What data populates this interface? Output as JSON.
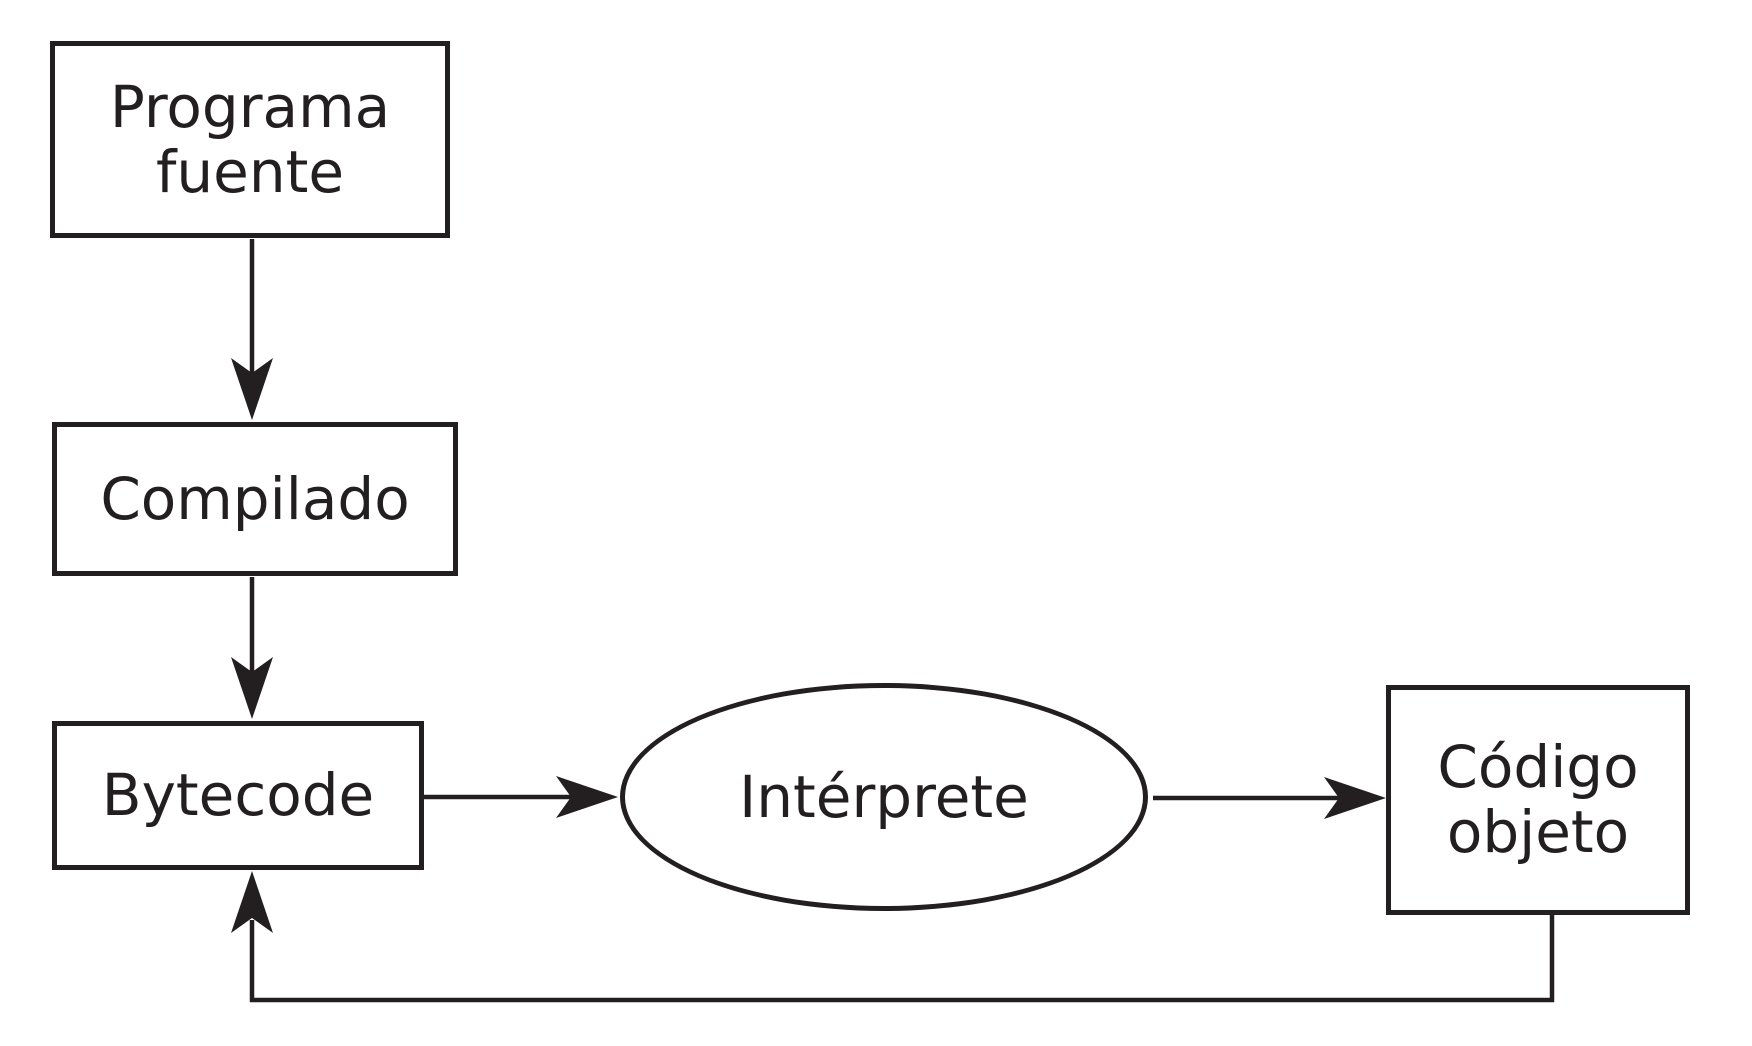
{
  "diagram": {
    "description": "Flow diagram of a bytecode compilation and interpretation pipeline",
    "colors": {
      "ink": "#231f20",
      "background": "#ffffff"
    },
    "nodes": [
      {
        "id": "programa-fuente",
        "shape": "rect",
        "label": "Programa fuente",
        "lines": [
          "Programa",
          "fuente"
        ]
      },
      {
        "id": "compilado",
        "shape": "rect",
        "label": "Compilado",
        "lines": [
          "Compilado"
        ]
      },
      {
        "id": "bytecode",
        "shape": "rect",
        "label": "Bytecode",
        "lines": [
          "Bytecode"
        ]
      },
      {
        "id": "interprete",
        "shape": "ellipse",
        "label": "Intérprete",
        "lines": [
          "Intérprete"
        ]
      },
      {
        "id": "codigo-objeto",
        "shape": "rect",
        "label": "Código objeto",
        "lines": [
          "Código",
          "objeto"
        ]
      }
    ],
    "edges": [
      {
        "from": "programa-fuente",
        "to": "compilado",
        "style": "arrow-down"
      },
      {
        "from": "compilado",
        "to": "bytecode",
        "style": "arrow-down"
      },
      {
        "from": "bytecode",
        "to": "interprete",
        "style": "arrow-right"
      },
      {
        "from": "interprete",
        "to": "codigo-objeto",
        "style": "arrow-right"
      },
      {
        "from": "codigo-objeto",
        "to": "bytecode",
        "style": "feedback-loop-arrow-up"
      }
    ]
  }
}
